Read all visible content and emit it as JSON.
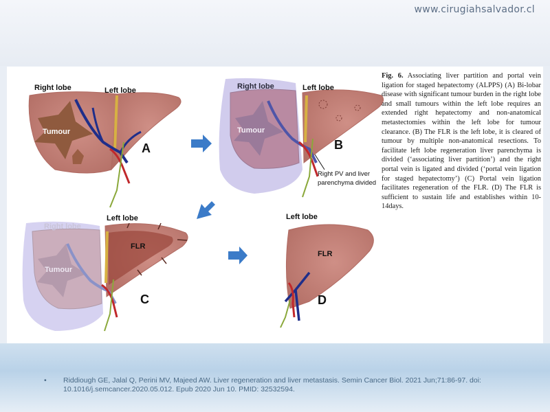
{
  "header": {
    "site_url": "www.cirugiahsalvador.cl"
  },
  "figure": {
    "panels": {
      "A": {
        "letter": "A",
        "right_lobe": "Right lobe",
        "left_lobe": "Left lobe",
        "tumour": "Tumour"
      },
      "B": {
        "letter": "B",
        "right_lobe": "Right lobe",
        "left_lobe": "Left lobe",
        "tumour": "Tumour",
        "annotation_line1": "Right PV and liver",
        "annotation_line2": "parenchyma divided"
      },
      "C": {
        "letter": "C",
        "right_lobe": "Right lobe",
        "left_lobe": "Left lobe",
        "tumour": "Tumour",
        "flr": "FLR"
      },
      "D": {
        "letter": "D",
        "left_lobe": "Left lobe",
        "flr": "FLR"
      }
    },
    "caption": {
      "label": "Fig. 6.",
      "text": "Associating liver partition and portal vein ligation for staged hepatectomy (ALPPS) (A) Bi-lobar disease with significant tumour burden in the right lobe and small tumours within the left lobe requires an extended right hepatectomy and non-anatomical metastectomies within the left lobe for tumour clearance. (B) The FLR is the left lobe, it is cleared of tumour by multiple non-anatomical resections. To facilitate left lobe regeneration liver parenchyma is divided (‘associating liver partition’) and the right portal vein is ligated and divided (‘portal vein ligation for staged hepatectomy’) (C) Portal vein ligation facilitates regeneration of the FLR. (D) The FLR is sufficient to sustain life and establishes within 10-14days."
    }
  },
  "reference": {
    "bullet": "•",
    "text": "Riddiough GE, Jalal Q, Perini MV, Majeed AW. Liver regeneration and liver metastasis. Semin Cancer Biol. 2021 Jun;71:86-97. doi: 10.1016/j.semcancer.2020.05.012. Epub 2020 Jun 10. PMID: 32532594."
  },
  "colors": {
    "liver": "#c9847c",
    "liver_dark": "#a35b52",
    "tumour": "#8f5a3e",
    "lilac": "#c9c3ea",
    "arrow": "#3b7bc8",
    "vein_blue": "#1f2e8a",
    "artery_red": "#c0282b",
    "bile_green": "#8aa83a",
    "flr_dark": "#9c4a3f"
  }
}
